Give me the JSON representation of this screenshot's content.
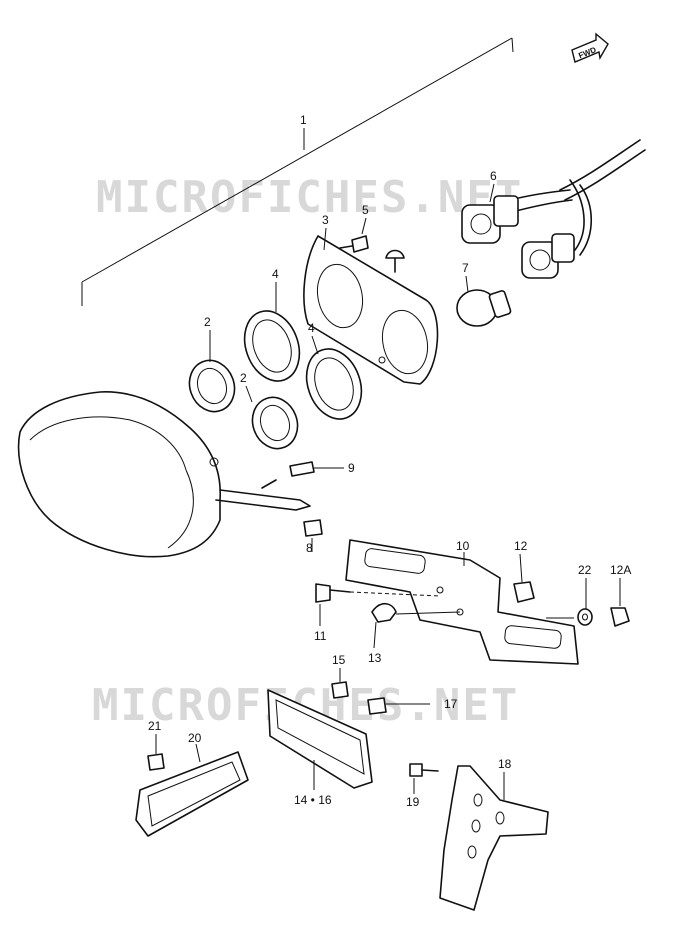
{
  "watermark": "MICROFICHES.NET",
  "fwd_label": "FWD",
  "labels": {
    "p1": "1",
    "p2a": "2",
    "p2b": "2",
    "p3": "3",
    "p4a": "4",
    "p4b": "4",
    "p5": "5",
    "p6": "6",
    "p7": "7",
    "p8": "8",
    "p9": "9",
    "p10": "10",
    "p11": "11",
    "p12": "12",
    "p12a": "12A",
    "p13": "13",
    "p14_16": "14 • 16",
    "p15": "15",
    "p17": "17",
    "p18": "18",
    "p19": "19",
    "p20": "20",
    "p21": "21",
    "p22": "22"
  }
}
